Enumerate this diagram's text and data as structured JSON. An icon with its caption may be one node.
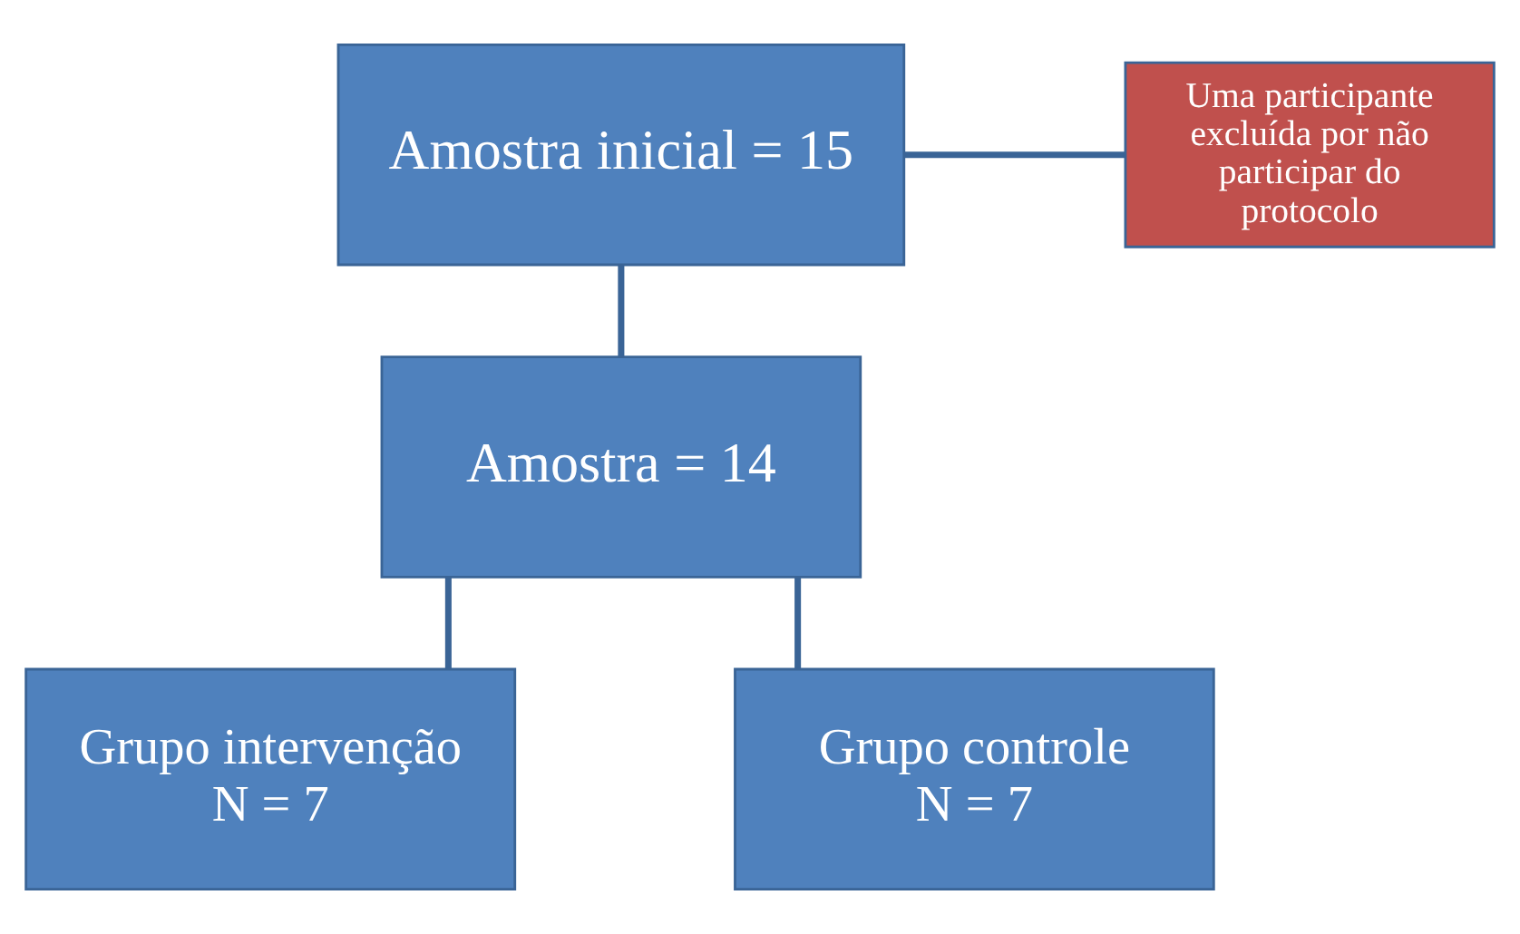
{
  "diagram": {
    "nodes": [
      {
        "text": [
          "Amostra inicial = 15"
        ]
      },
      {
        "text": [
          "Uma participante excluída por não participar do protocolo"
        ]
      },
      {
        "text": [
          "Amostra = 14"
        ]
      },
      {
        "text": [
          "Grupo intervenção",
          "N = 7"
        ]
      },
      {
        "text": [
          "Grupo controle",
          "N = 7"
        ]
      }
    ],
    "edges": [
      {
        "from": 0,
        "to": 1,
        "arrow": "none"
      },
      {
        "from": 0,
        "to": 2,
        "arrow": "none"
      },
      {
        "from": 2,
        "to": 3,
        "arrow": "none"
      },
      {
        "from": 2,
        "to": 4,
        "arrow": "none"
      }
    ]
  }
}
